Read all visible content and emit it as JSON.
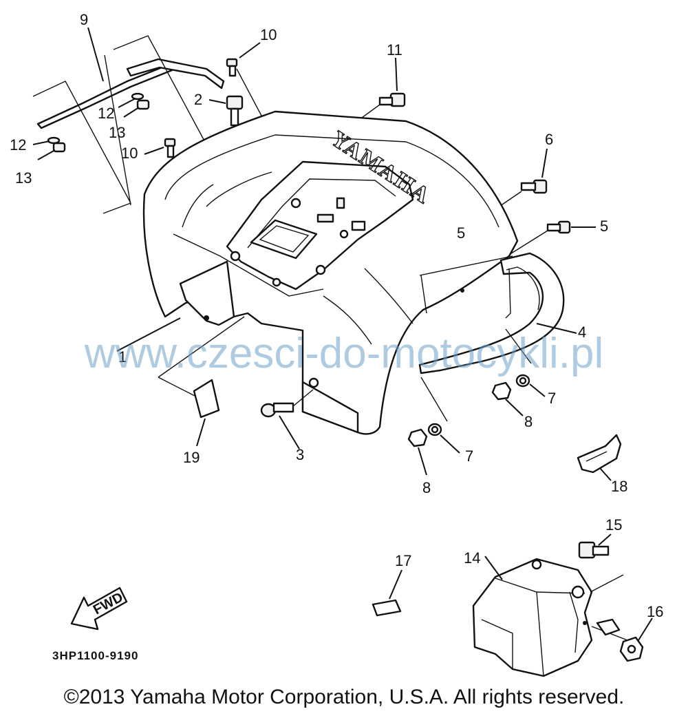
{
  "brand_text": "YAMAHA",
  "fwd_label": "FWD",
  "diagram_code": "3HP1100-9190",
  "watermark": "www.czesci-do-motocykli.pl",
  "copyright": "©2013 Yamaha Motor Corporation, U.S.A. All rights reserved.",
  "callouts": [
    {
      "id": "c1",
      "label": "1"
    },
    {
      "id": "c2",
      "label": "2"
    },
    {
      "id": "c3",
      "label": "3"
    },
    {
      "id": "c4",
      "label": "4"
    },
    {
      "id": "c5a",
      "label": "5"
    },
    {
      "id": "c5b",
      "label": "5"
    },
    {
      "id": "c6",
      "label": "6"
    },
    {
      "id": "c7a",
      "label": "7"
    },
    {
      "id": "c7b",
      "label": "7"
    },
    {
      "id": "c8a",
      "label": "8"
    },
    {
      "id": "c8b",
      "label": "8"
    },
    {
      "id": "c9",
      "label": "9"
    },
    {
      "id": "c10a",
      "label": "10"
    },
    {
      "id": "c10b",
      "label": "10"
    },
    {
      "id": "c11",
      "label": "11"
    },
    {
      "id": "c12a",
      "label": "12"
    },
    {
      "id": "c12b",
      "label": "12"
    },
    {
      "id": "c13a",
      "label": "13"
    },
    {
      "id": "c13b",
      "label": "13"
    },
    {
      "id": "c14",
      "label": "14"
    },
    {
      "id": "c15",
      "label": "15"
    },
    {
      "id": "c16",
      "label": "16"
    },
    {
      "id": "c17",
      "label": "17"
    },
    {
      "id": "c18",
      "label": "18"
    },
    {
      "id": "c19",
      "label": "19"
    }
  ],
  "colors": {
    "line": "#111111",
    "watermark": "#6ea0c8",
    "background": "#ffffff"
  }
}
